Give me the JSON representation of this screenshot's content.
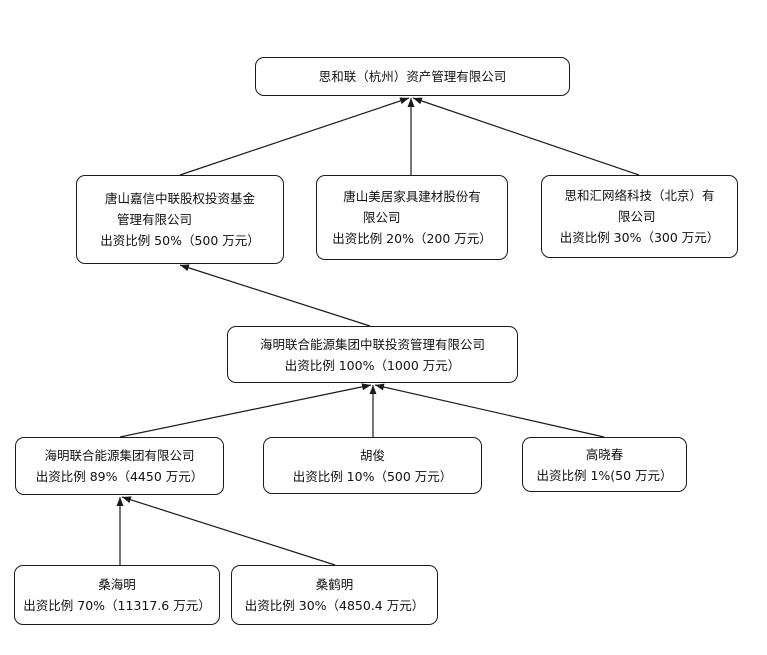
{
  "nodes": {
    "top": {
      "lines": [
        "思和联（杭州）资产管理有限公司"
      ]
    },
    "tangshan_jiaxin": {
      "lines": [
        "唐山嘉信中联股权投资基金",
        "管理有限公司",
        "出资比例 50%（500 万元）"
      ]
    },
    "tangshan_meiju": {
      "lines": [
        "唐山美居家具建材股份有",
        "限公司",
        "出资比例 20%（200 万元）"
      ]
    },
    "sihehui": {
      "lines": [
        "思和汇网络科技（北京）有",
        "限公司",
        "出资比例 30%（300 万元）"
      ]
    },
    "haiming_zhonglian": {
      "lines": [
        "海明联合能源集团中联投资管理有限公司",
        "出资比例 100%（1000 万元）"
      ]
    },
    "haiming_group": {
      "lines": [
        "海明联合能源集团有限公司",
        "出资比例 89%（4450 万元）"
      ]
    },
    "hujun": {
      "lines": [
        "胡俊",
        "出资比例 10%（500 万元）"
      ]
    },
    "gaoxiaochun": {
      "lines": [
        "高晓春",
        "出资比例 1%(50 万元）"
      ]
    },
    "sanghaiming": {
      "lines": [
        "桑海明",
        "出资比例 70%（11317.6 万元）"
      ]
    },
    "sanghheming": {
      "lines": [
        "桑鹤明",
        "出资比例 30%（4850.4 万元）"
      ]
    }
  },
  "edges": [
    {
      "from": "tangshan_jiaxin",
      "to": "top"
    },
    {
      "from": "tangshan_meiju",
      "to": "top"
    },
    {
      "from": "sihehui",
      "to": "top"
    },
    {
      "from": "haiming_zhonglian",
      "to": "tangshan_jiaxin"
    },
    {
      "from": "haiming_group",
      "to": "haiming_zhonglian"
    },
    {
      "from": "hujun",
      "to": "haiming_zhonglian"
    },
    {
      "from": "gaoxiaochun",
      "to": "haiming_zhonglian"
    },
    {
      "from": "sanghaiming",
      "to": "haiming_group"
    },
    {
      "from": "sanghheming",
      "to": "haiming_group"
    }
  ]
}
